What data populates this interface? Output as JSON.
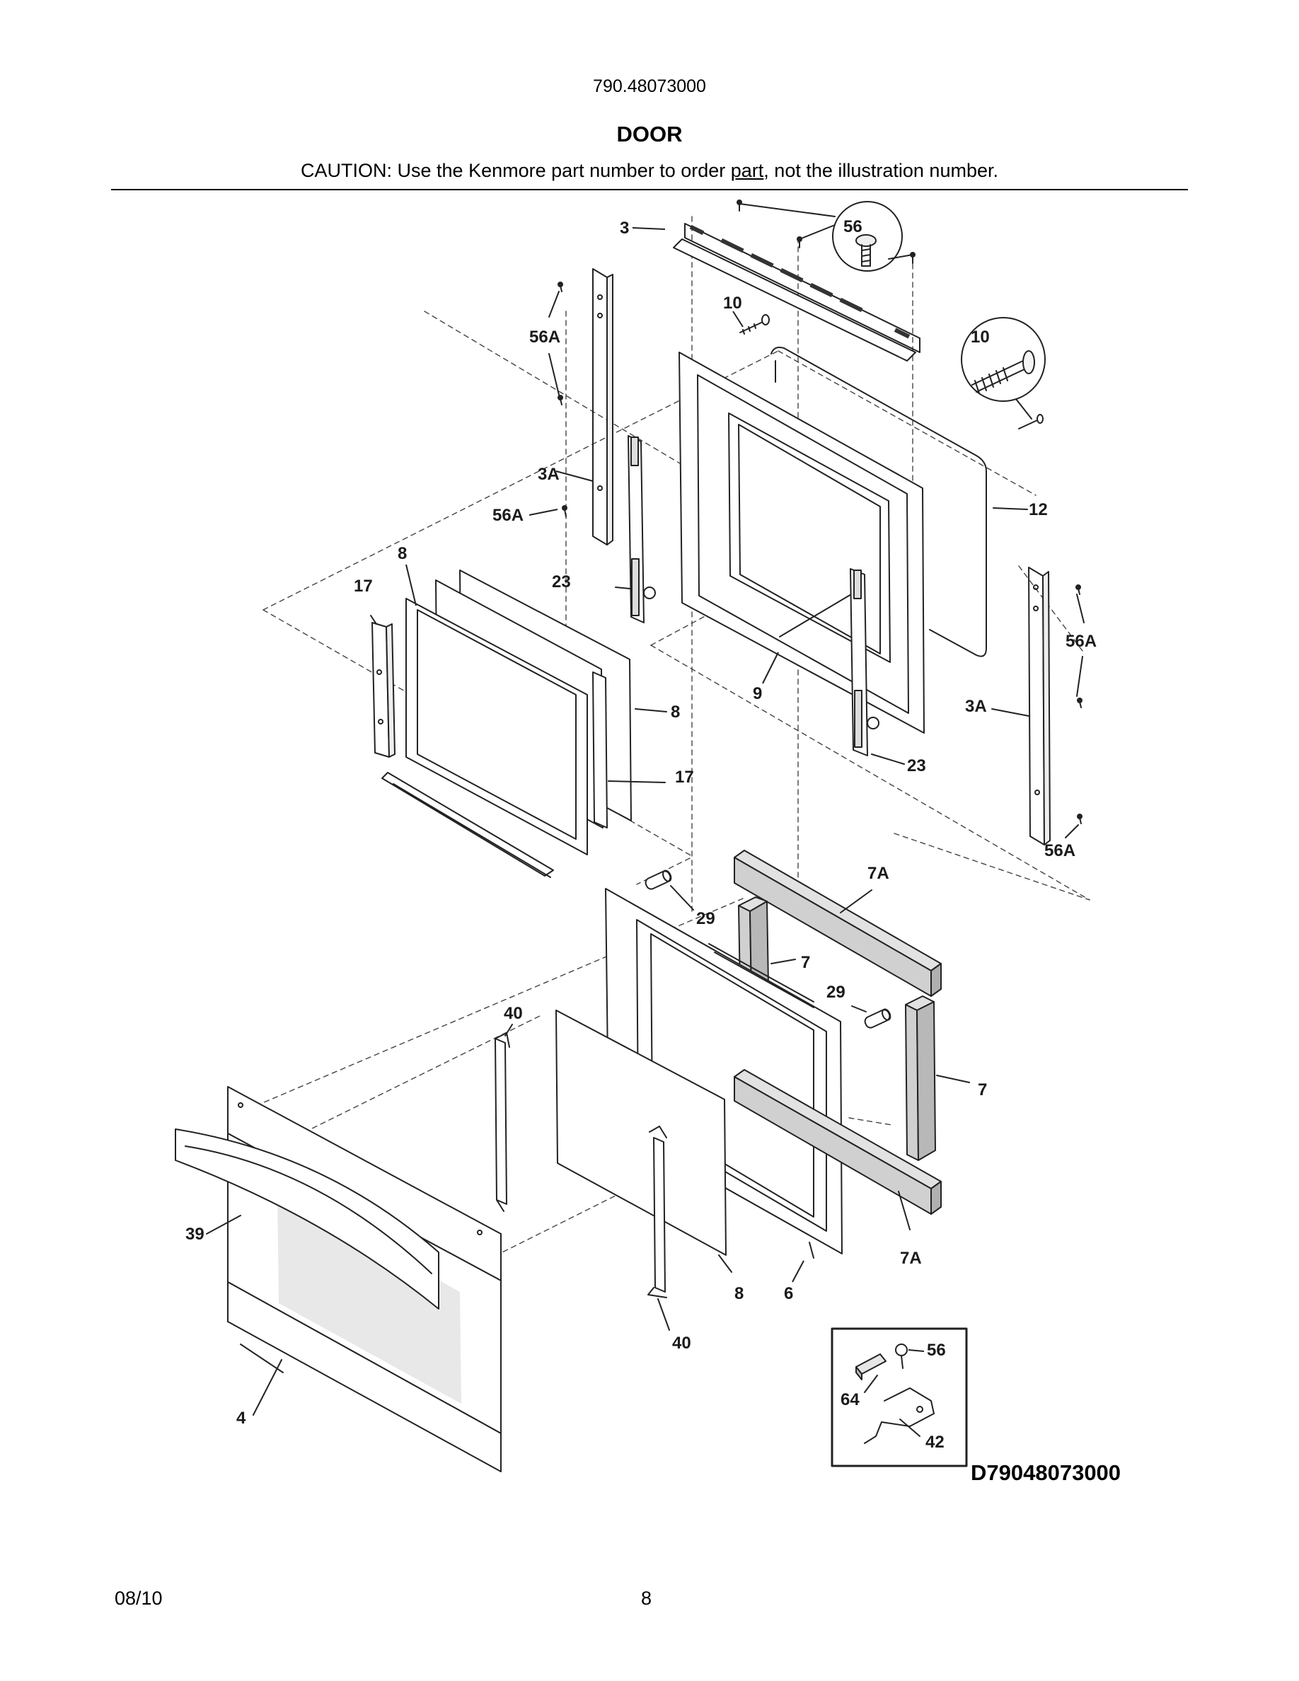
{
  "header": {
    "model_number": "790.48073000",
    "section_title": "DOOR",
    "caution_before": "CAUTION: Use the Kenmore part number to order ",
    "caution_underlined": "part",
    "caution_after": ", not the illustration number."
  },
  "callouts": {
    "c3": "3",
    "c56_top": "56",
    "c10_left": "10",
    "c10_right": "10",
    "c56a_upper_left": "56A",
    "c3a_left": "3A",
    "c56a_mid_left": "56A",
    "c12": "12",
    "c8_upper": "8",
    "c17_upper": "17",
    "c23_left": "23",
    "c56a_right": "56A",
    "c8_mid": "8",
    "c9": "9",
    "c3a_right": "3A",
    "c17_mid": "17",
    "c23_right": "23",
    "c56a_lower_right": "56A",
    "c7a_upper": "7A",
    "c29_left": "29",
    "c7_upper": "7",
    "c29_right": "29",
    "c40_upper": "40",
    "c7_lower": "7",
    "c39": "39",
    "c7a_lower": "7A",
    "c8_lower": "8",
    "c6": "6",
    "c40_lower": "40",
    "c56_inset": "56",
    "c64": "64",
    "c42": "42",
    "c4": "4"
  },
  "footer": {
    "drawing_id": "D79048073000",
    "date": "08/10",
    "page_number": "8"
  }
}
